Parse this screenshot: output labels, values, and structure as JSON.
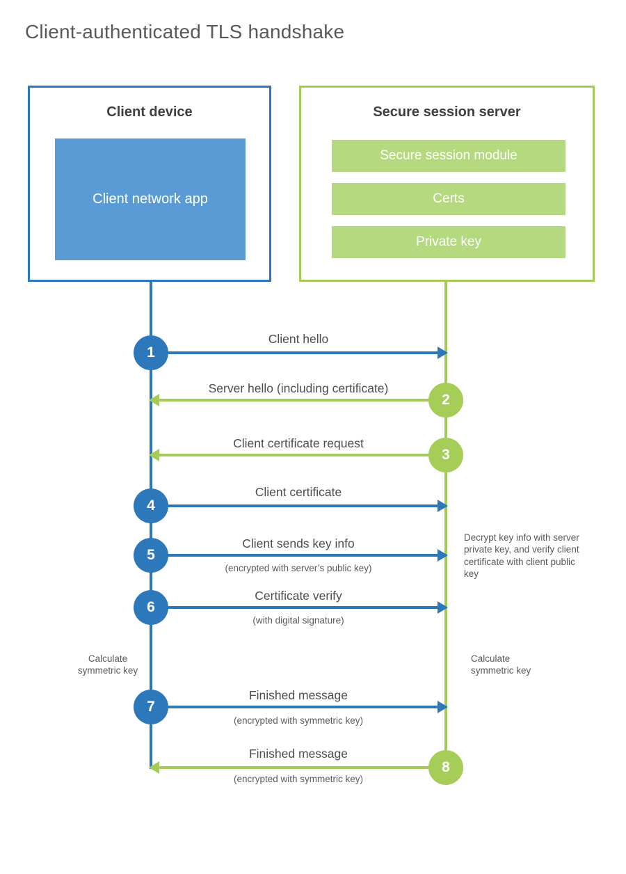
{
  "title": "Client-authenticated TLS handshake",
  "colors": {
    "blue_stroke": "#2d77bb",
    "blue_fill": "#5b9bd5",
    "green_stroke": "#a3cb55",
    "green_fill": "#b4d97e",
    "heading_text": "#3f3f3f",
    "label_text": "#4d4d4d",
    "note_text": "#595959"
  },
  "client": {
    "title": "Client device",
    "app_label": "Client network app"
  },
  "server": {
    "title": "Secure session server",
    "modules": [
      "Secure session module",
      "Certs",
      "Private key"
    ]
  },
  "steps": [
    {
      "num": "1",
      "from": "client",
      "label": "Client hello",
      "sub": ""
    },
    {
      "num": "2",
      "from": "server",
      "label": "Server hello (including certificate)",
      "sub": ""
    },
    {
      "num": "3",
      "from": "server",
      "label": "Client certificate request",
      "sub": ""
    },
    {
      "num": "4",
      "from": "client",
      "label": "Client certificate",
      "sub": ""
    },
    {
      "num": "5",
      "from": "client",
      "label": "Client sends key info",
      "sub": "(encrypted with server’s public key)"
    },
    {
      "num": "6",
      "from": "client",
      "label": "Certificate verify",
      "sub": "(with digital signature)"
    },
    {
      "num": "7",
      "from": "client",
      "label": "Finished message",
      "sub": "(encrypted with symmetric key)"
    },
    {
      "num": "8",
      "from": "server",
      "label": "Finished message",
      "sub": "(encrypted with symmetric key)"
    }
  ],
  "notes": {
    "decrypt": "Decrypt key info with server private key, and verify client certificate with client public key",
    "calc_left": "Calculate symmetric key",
    "calc_right": "Calculate symmetric key"
  }
}
